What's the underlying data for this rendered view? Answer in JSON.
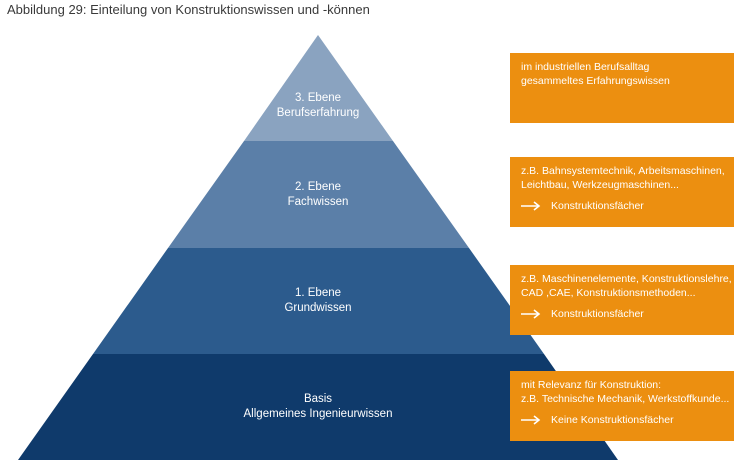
{
  "caption": "Abbildung 29: Einteilung von Konstruktionswissen und -können",
  "levels": [
    {
      "title": "3. Ebene",
      "subtitle": "Berufserfahrung",
      "color": "#8aa3c0"
    },
    {
      "title": "2. Ebene",
      "subtitle": "Fachwissen",
      "color": "#5b7fa8"
    },
    {
      "title": "1. Ebene",
      "subtitle": "Grundwissen",
      "color": "#2c5b8d"
    },
    {
      "title": "Basis",
      "subtitle": "Allgemeines Ingenieurwissen",
      "color": "#0f3a6b"
    }
  ],
  "boxes": [
    {
      "lines": [
        "im industriellen Berufsalltag",
        "gesammeltes Erfahrungswissen"
      ],
      "arrow_label": ""
    },
    {
      "lines": [
        "z.B. Bahnsystemtechnik, Arbeitsmaschinen,",
        "Leichtbau, Werkzeugmaschinen..."
      ],
      "arrow_label": "Konstruktionsfächer"
    },
    {
      "lines": [
        "z.B. Maschinenelemente, Konstruktionslehre,",
        "CAD ,CAE, Konstruktionsmethoden..."
      ],
      "arrow_label": "Konstruktionsfächer"
    },
    {
      "lines": [
        "mit Relevanz für Konstruktion:",
        "z.B. Technische Mechanik, Werkstoffkunde..."
      ],
      "arrow_label": "Keine Konstruktionsfächer"
    }
  ],
  "colors": {
    "box_fill": "#ec8f10",
    "text_on_dark": "#ffffff",
    "caption_text": "#3a3a3a"
  },
  "icons": {
    "arrow": "right-arrow-icon"
  }
}
